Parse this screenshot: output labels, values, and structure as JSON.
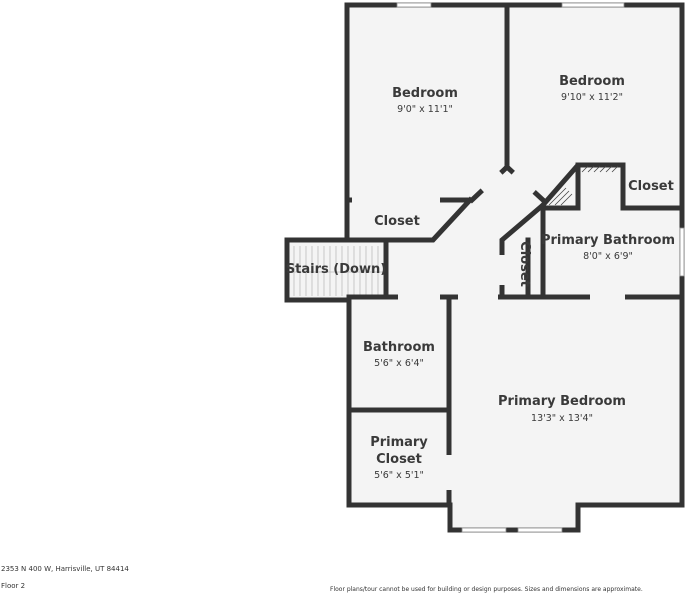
{
  "rooms": {
    "bedroom_1": {
      "name": "Bedroom",
      "dims": "9'0\" x 11'1\""
    },
    "bedroom_2": {
      "name": "Bedroom",
      "dims": "9'10\" x 11'2\""
    },
    "closet_1": {
      "name": "Closet"
    },
    "closet_2": {
      "name": "Closet"
    },
    "closet_3": {
      "name": "Closet"
    },
    "primary_bathroom": {
      "name": "Primary Bathroom",
      "dims": "8'0\" x 6'9\""
    },
    "stairs": {
      "name": "Stairs (Down)"
    },
    "bathroom": {
      "name": "Bathroom",
      "dims": "5'6\" x 6'4\""
    },
    "primary_bedroom": {
      "name": "Primary Bedroom",
      "dims": "13'3\" x 13'4\""
    },
    "primary_closet": {
      "name_line1": "Primary",
      "name_line2": "Closet",
      "dims": "5'6\" x 5'1\""
    }
  },
  "footer": {
    "address": "2353 N 400 W, Harrisville, UT 84414",
    "floor": "Floor 2",
    "disclaimer": "Floor plans/tour cannot be used for building or design purposes. Sizes and dimensions are approximate."
  },
  "colors": {
    "wall": "#333333",
    "floor": "#f4f4f4",
    "text": "#3a3a3a"
  }
}
